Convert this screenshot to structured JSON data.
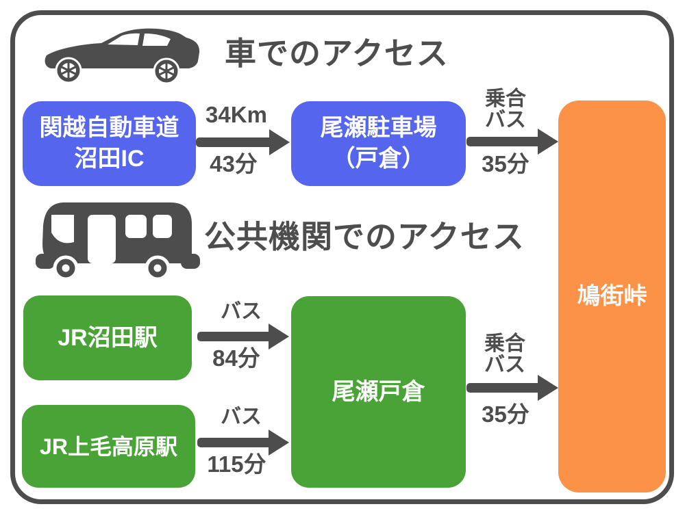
{
  "colors": {
    "dark": "#4D4D4D",
    "blue": "#5565EE",
    "green": "#4AA336",
    "orange": "#FB9247",
    "box-text": "#FFFFFF",
    "background": "#FFFFFF"
  },
  "sections": {
    "car": {
      "title": "車でのアクセス",
      "icon": "car-icon"
    },
    "public": {
      "title": "公共機関でのアクセス",
      "icon": "bus-icon"
    }
  },
  "nodes": {
    "kanetsu_numata_ic": {
      "lines": [
        "関越自動車道",
        "沼田IC"
      ]
    },
    "oze_parking": {
      "lines": [
        "尾瀬駐車場",
        "（戸倉）"
      ]
    },
    "jr_numata": {
      "lines": [
        "JR沼田駅"
      ]
    },
    "jr_jomokogen": {
      "lines": [
        "JR上毛高原駅"
      ]
    },
    "oze_tokura": {
      "lines": [
        "尾瀬戸倉"
      ]
    },
    "hatomachi_pass": {
      "lines": [
        "鳩街峠"
      ]
    }
  },
  "edges": {
    "ic_to_parking": {
      "above": "34Km",
      "below": "43分"
    },
    "parking_to_pass": {
      "above_line1": "乗合",
      "above_line2": "バス",
      "below": "35分"
    },
    "numata_to_tokura": {
      "above": "バス",
      "below": "84分"
    },
    "jomokogen_to_tokura": {
      "above": "バス",
      "below": "115分"
    },
    "tokura_to_pass": {
      "above_line1": "乗合",
      "above_line2": "バス",
      "below": "35分"
    }
  }
}
